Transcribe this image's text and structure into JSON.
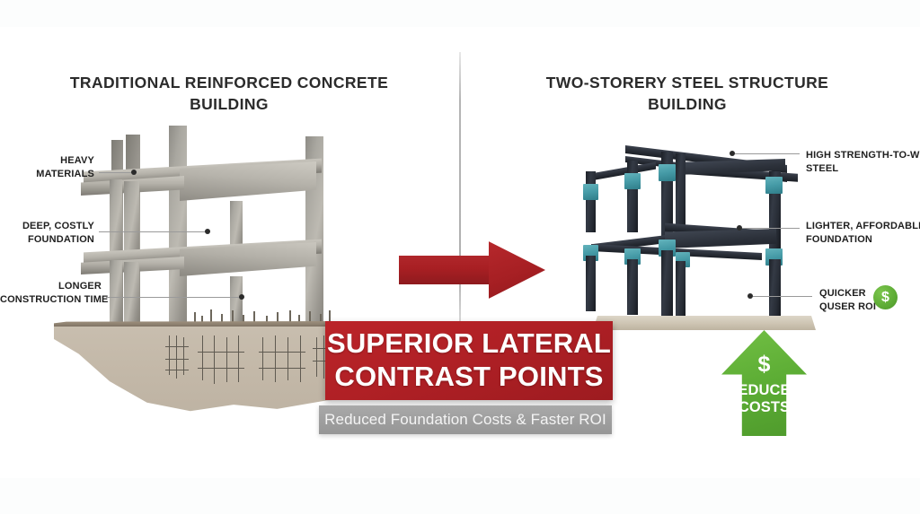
{
  "panels": {
    "left": {
      "title": "TRADITIONAL REINFORCED CONCRETE BUILDING",
      "title_line1": "TRADITIONAL REINFORCED CONCRETE",
      "title_line2": "BUILDING",
      "callouts": [
        {
          "line1": "HEAVY",
          "line2": "MATERIALS"
        },
        {
          "line1": "DEEP, COSTLY",
          "line2": "FOUNDATION"
        },
        {
          "line1": "LONGER",
          "line2": "CONSTRUCTION TIME"
        }
      ]
    },
    "right": {
      "title": "TWO-STORERY STEEL STRUCTURE BUILDING",
      "title_line1": "TWO-STORERY STEEL STRUCTURE",
      "title_line2": "BUILDING",
      "callouts": [
        {
          "line1": "HIGH STRENGTH-TO-WEIGHT",
          "line2": "STEEL"
        },
        {
          "line1": "LIGHTER, AFFORDABLE",
          "line2": "FOUNDATION"
        },
        {
          "line1": "QUICKER",
          "line2": "QUSER ROI"
        }
      ]
    }
  },
  "banner": {
    "headline_line1": "SUPERIOR LATERAL",
    "headline_line2": "CONTRAST POINTS",
    "subtitle": "Reduced Foundation Costs & Faster ROI"
  },
  "badges": {
    "reduced_costs": {
      "currency_symbol": "$",
      "line1": "REDUCED",
      "line2": "COSTS"
    },
    "roi_coin": {
      "currency_symbol": "$"
    }
  },
  "icons": {
    "transition_arrow": "right-arrow-icon",
    "growth_arrow": "up-arrow-icon",
    "coin": "dollar-coin-icon"
  },
  "colors": {
    "accent_red": "#B02025",
    "accent_green": "#5AAB33",
    "subtitle_gray": "#9E9E9E",
    "steel_dark": "#2A2F38",
    "steel_connector_teal": "#459AA6",
    "concrete_gray": "#A9A7A0",
    "soil_tan": "#C4B9A9",
    "title_text": "#2B2B2B"
  }
}
